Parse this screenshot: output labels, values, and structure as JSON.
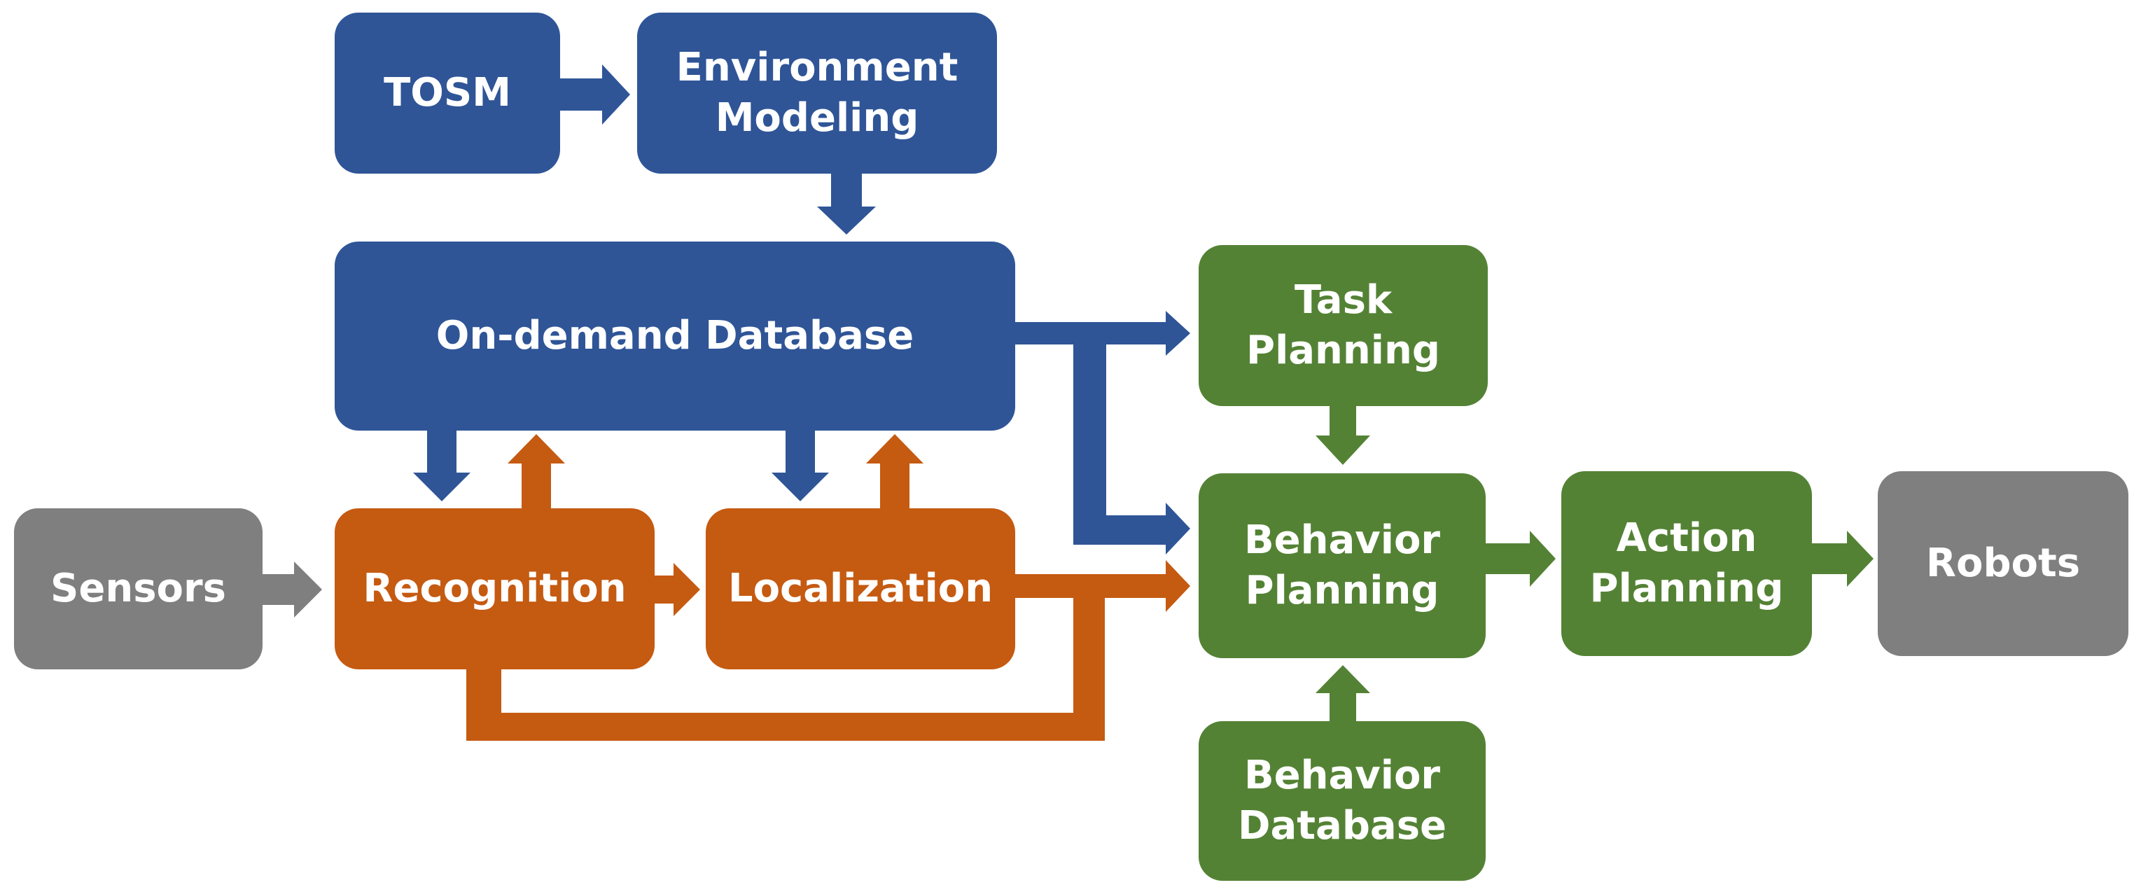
{
  "colors": {
    "blue": "#2F5597",
    "orange": "#C55A11",
    "green": "#548235",
    "gray": "#7F7F7F"
  },
  "nodes": {
    "tosm": "TOSM",
    "environment_modeling": "Environment\nModeling",
    "on_demand_database": "On-demand Database",
    "task_planning": "Task\nPlanning",
    "sensors": "Sensors",
    "recognition": "Recognition",
    "localization": "Localization",
    "behavior_planning": "Behavior\nPlanning",
    "action_planning": "Action\nPlanning",
    "robots": "Robots",
    "behavior_database": "Behavior\nDatabase"
  }
}
